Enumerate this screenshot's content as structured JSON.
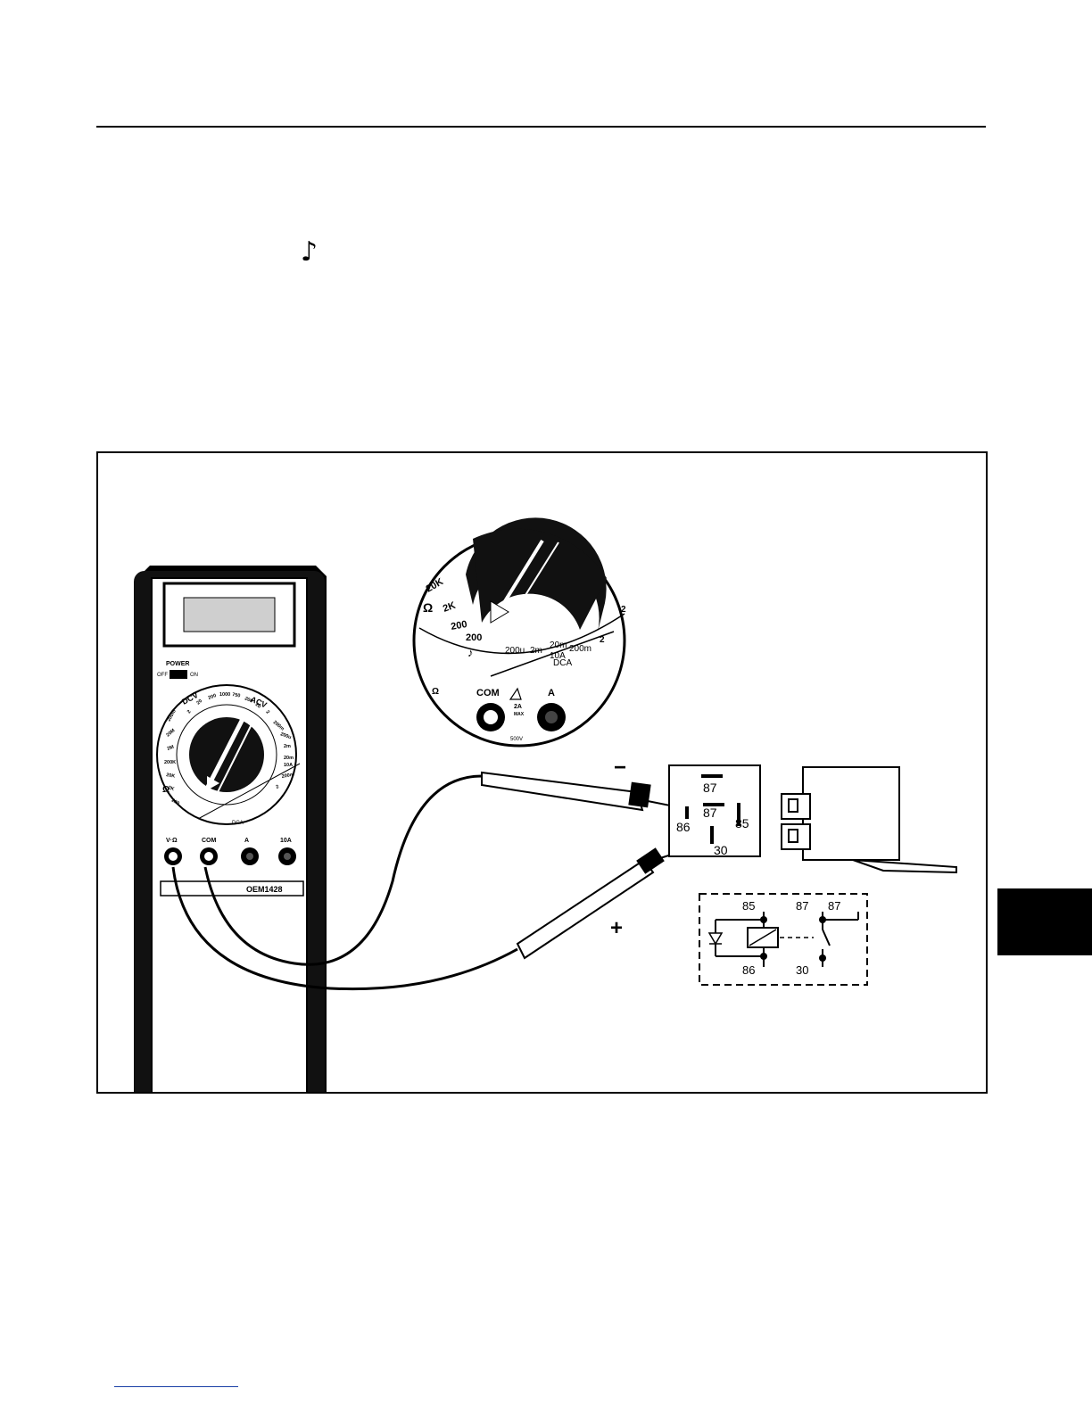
{
  "note_symbol": "♪",
  "meter": {
    "power_label": "POWER",
    "off_label": "OFF",
    "on_label": "ON",
    "dcv_label": "DCV",
    "acv_label": "ACV",
    "dial_left": [
      "200m",
      "20M",
      "2M",
      "200K",
      "20K",
      "2K",
      "200"
    ],
    "dial_top": [
      "2",
      "20",
      "200",
      "1000",
      "750",
      "200",
      "20",
      "2"
    ],
    "dial_right": [
      "200m",
      "200u",
      "2m",
      "20m",
      "10A",
      "200m",
      "2"
    ],
    "dial_bottom": [
      "200u",
      "2m",
      "20m",
      "10A",
      "200m"
    ],
    "dca_label": "DCA",
    "ohm_symbol": "Ω",
    "jack_labels": [
      "V·Ω",
      "COM",
      "A",
      "10A"
    ],
    "model": "OEM1428"
  },
  "dial_detail": {
    "left_labels": [
      "20K",
      "2K",
      "200",
      "200"
    ],
    "ohm_symbol": "Ω",
    "note_symbol": "♪",
    "bottom_labels": [
      "200u",
      "2m",
      "20m",
      "10A",
      "200m"
    ],
    "right_labels": [
      "2",
      "2"
    ],
    "dca_label": "DCA",
    "com_label": "COM",
    "a_label": "A",
    "warn_label": "2A",
    "max_label": "MAX",
    "volt_label": "500V"
  },
  "probes": {
    "minus": "−",
    "plus": "+"
  },
  "relay_terminals": [
    "87",
    "86",
    "87",
    "85",
    "30"
  ],
  "schematic": {
    "labels": [
      "85",
      "87",
      "87",
      "86",
      "30"
    ]
  }
}
